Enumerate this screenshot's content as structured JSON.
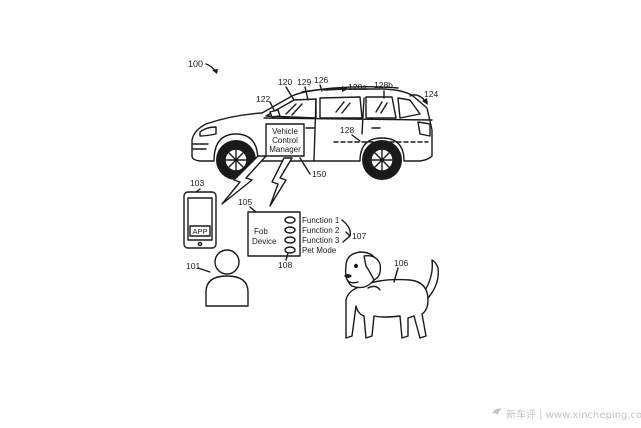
{
  "figure": {
    "ref_system": "100",
    "ref_door_window": "120",
    "ref_mirror": "122",
    "ref_windshield": "129",
    "ref_sunroof": "126",
    "ref_window_a": "128a",
    "ref_window_b": "128b",
    "ref_tailgate": "124",
    "ref_cabin": "128",
    "manager_line1": "Vehicle",
    "manager_line2": "Control",
    "manager_line3": "Manager",
    "ref_manager": "150",
    "ref_phone": "103",
    "phone_app_label": "APP",
    "ref_user": "101",
    "ref_fob": "105",
    "fob_line1": "Fob",
    "fob_line2": "Device",
    "function_1": "Function 1",
    "function_2": "Function 2",
    "function_3": "Function 3",
    "pet_mode": "Pet Mode",
    "ref_functions": "107",
    "ref_pet_button": "108",
    "ref_dog": "106"
  },
  "watermark": {
    "text": "新车评 | www.xincheping.com"
  },
  "colors": {
    "ink": "#1a1a1a",
    "background": "#ffffff",
    "watermark": "#c4c4c4"
  }
}
